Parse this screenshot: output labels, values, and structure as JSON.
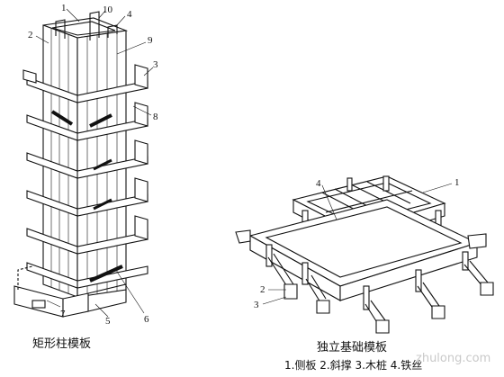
{
  "figure_left": {
    "title": "矩形柱模板",
    "callouts": [
      "1",
      "10",
      "4",
      "2",
      "9",
      "3",
      "8",
      "7",
      "5",
      "6"
    ]
  },
  "figure_right": {
    "title": "独立基础模板",
    "legend": "1.侧板 2.斜撑 3.木桩 4.铁丝",
    "callouts": [
      "4",
      "1",
      "2",
      "3"
    ]
  },
  "watermark": "zhulong.com"
}
